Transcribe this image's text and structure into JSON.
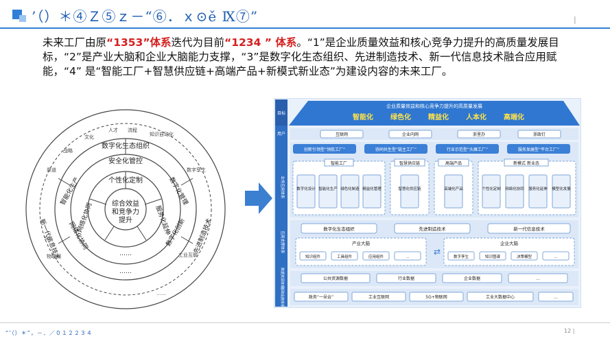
{
  "header": {
    "title": "’（）＊④Ｚ⑤ｚ－“⑥．ｘ⊙ě Ⅸ⑦”",
    "mark": "|"
  },
  "paragraph": {
    "t1": "未来工厂由原",
    "r1": "“1353”体系",
    "t2": "迭代为目前",
    "r2": "“1234 ” 体系",
    "t3": "。“1”是企业质量效益和核心竞争力提升的高质量发展目标，“2”是产业大脑和企业大脑能力支撑，“3”是数字化生态组织、先进制造技术、新一代信息技术融合应用赋能，“4” 是“智能工厂+智慧供应链+高端产品+新模式新业态”为建设内容的未来工厂。"
  },
  "circle": {
    "center": [
      "综合效益",
      "和竞争力",
      "提升"
    ],
    "ring1": [
      "个性化定制",
      "服务化延伸",
      "数字化管理",
      "网络化协同",
      "智能化生产"
    ],
    "ring2": [
      "安全化管控",
      "数字化管理",
      "网络化协同",
      "智能化生产",
      "数字化创新",
      "……"
    ],
    "ring3": [
      "数字化生态组织",
      "先进制造技术",
      "新一代信息技术",
      "……"
    ],
    "outer_small": [
      "人才",
      "流程",
      "知识自动化",
      "文化",
      "战略",
      "渠道",
      "5G",
      "物联网",
      "工业互联",
      "数字孪生",
      "……"
    ]
  },
  "framework": {
    "top_title": "企业质量效益和核心竞争力提升的高质量发展",
    "top_goals": [
      "智能化",
      "绿色化",
      "精益化",
      "人本化",
      "高端化"
    ],
    "row_labels": [
      "目标",
      "用户",
      "业务应用体系",
      "应用支撑体系",
      "数据资源体系",
      "基础设施体系"
    ],
    "users": [
      "互联网",
      "企业内网",
      "浙里办",
      "浙政钉"
    ],
    "models": [
      "创新引领型“领航工厂”",
      "协同共生型“链主工厂”",
      "行业示范型“头雁工厂”",
      "服务发展型“平台工厂”"
    ],
    "groups": [
      {
        "name": "智能工厂",
        "items": [
          "数字化设计",
          "智能化生产",
          "绿色化制造",
          "精益化管理"
        ]
      },
      {
        "name": "智慧供应链",
        "items": [
          "智慧化供应链"
        ]
      },
      {
        "name": "高端产品",
        "items": [
          "高端化产品"
        ]
      },
      {
        "name": "新模式 新业态",
        "items": [
          "个性化定制",
          "网络化协同",
          "服务化延伸",
          "模型化发展"
        ]
      }
    ],
    "support_top": [
      "数字化生态组织",
      "先进制造技术",
      "新一代信息技术"
    ],
    "brain_left": {
      "name": "产业大脑",
      "items": [
        "知识组件",
        "工具组件",
        "应用组件",
        "..."
      ]
    },
    "brain_right": {
      "name": "企业大脑",
      "items": [
        "数字孪生",
        "知识图谱",
        "决策模型",
        "..."
      ]
    },
    "data": [
      "公共资源数据",
      "行业数据",
      "企业数据",
      "..."
    ],
    "infra": [
      "政务“一朵云”",
      "工业互联网",
      "5G+物联网",
      "工业大数据中心",
      "..."
    ]
  },
  "footer": {
    "left": "“’（）＊”，－．／０１２２３４",
    "page": "12  |"
  },
  "colors": {
    "accent": "#2f7fd6",
    "emphasis": "#d42020"
  }
}
